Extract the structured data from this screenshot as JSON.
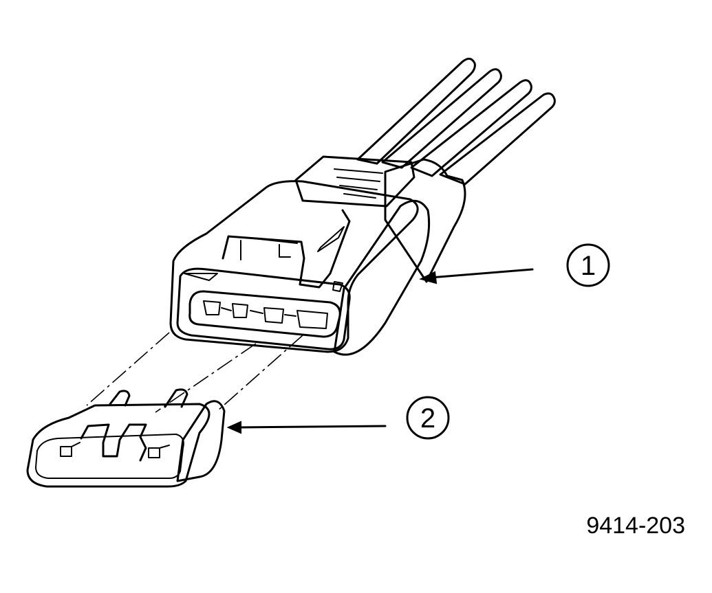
{
  "figure": {
    "figure_id": "9414-203",
    "callouts": [
      {
        "number": "1"
      },
      {
        "number": "2"
      }
    ]
  },
  "colors": {
    "ink": "#000000",
    "paper": "#ffffff",
    "shade": "#8a8a8a"
  }
}
